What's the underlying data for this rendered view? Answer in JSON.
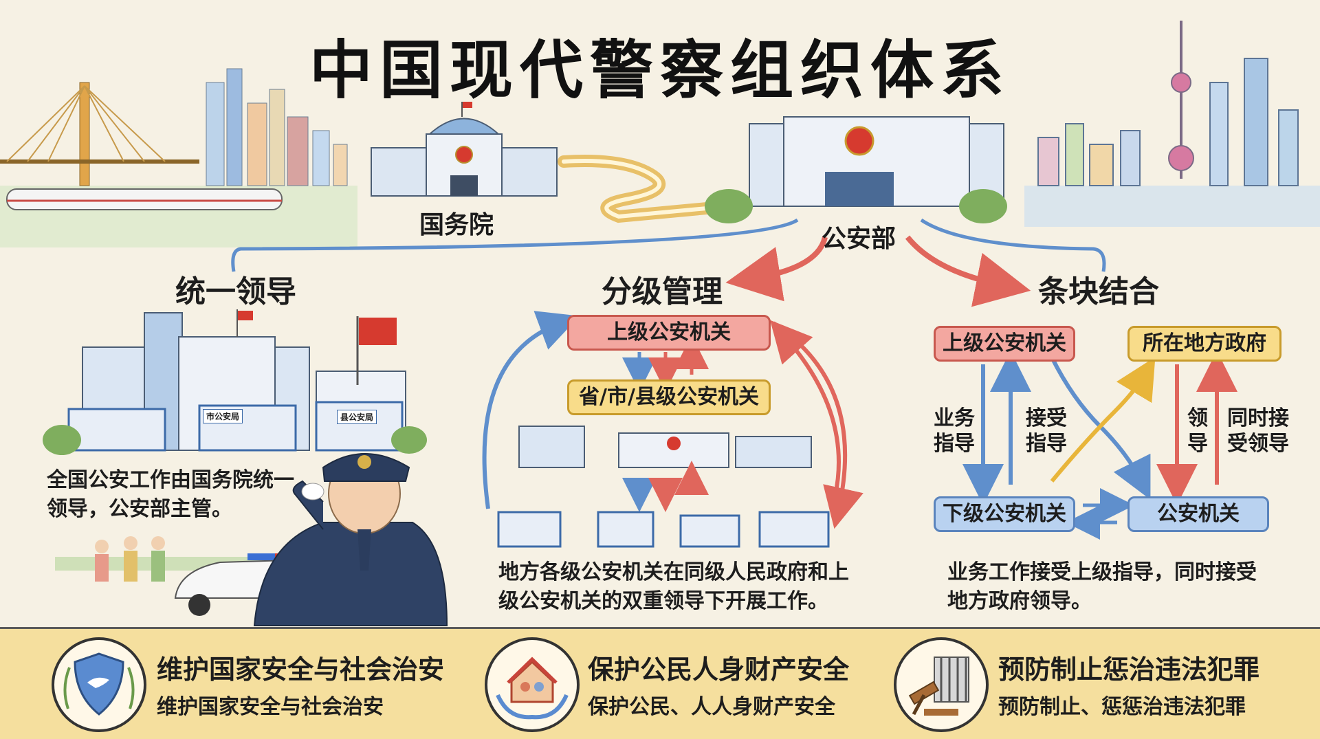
{
  "title": "中国现代警察组织体系",
  "top": {
    "state_council": "国务院",
    "ministry": "公安部"
  },
  "sections": {
    "unified": {
      "title": "统一领导",
      "desc_line1": "全国公安工作由国务院统一",
      "desc_line2": "领导，公安部主管。",
      "sign_city": "市公安局",
      "sign_county": "县公安局"
    },
    "graded": {
      "title": "分级管理",
      "upper": "上级公安机关",
      "mid": "省/市/县级公安机关",
      "desc_line1": "地方各级公安机关在同级人民政府和上",
      "desc_line2": "级公安机关的双重领导下开展工作。"
    },
    "combined": {
      "title": "条块结合",
      "upper": "上级公安机关",
      "local_gov": "所在地方政府",
      "lower": "下级公安机关",
      "police": "公安机关",
      "label_business_1": "业务",
      "label_business_2": "指导",
      "label_accept_1": "接受",
      "label_accept_2": "指导",
      "label_lead_1": "领",
      "label_lead_2": "导",
      "label_also_1": "同时接",
      "label_also_2": "受领导",
      "desc_line1": "业务工作接受上级指导，同时接受",
      "desc_line2": "地方政府领导。"
    }
  },
  "bottom": [
    {
      "main": "维护国家安全与社会治安",
      "sub": "维护国家安全与社会治安",
      "icon": "shield-dove-icon"
    },
    {
      "main": "保护公民人身财产安全",
      "sub": "保护公民、人人身财产安全",
      "icon": "house-hands-icon"
    },
    {
      "main": "预防制止惩治违法犯罪",
      "sub": "预防制止、惩惩治违法犯罪",
      "icon": "gavel-jail-icon"
    }
  ],
  "colors": {
    "red_box": "#f3a7a0",
    "yellow_box": "#f8dc8a",
    "blue_box": "#b9d2f0",
    "arrow_red": "#e0665c",
    "arrow_blue": "#5f8fcc",
    "arrow_yellow": "#e8b53a",
    "bottom_band": "#f5df9e"
  }
}
